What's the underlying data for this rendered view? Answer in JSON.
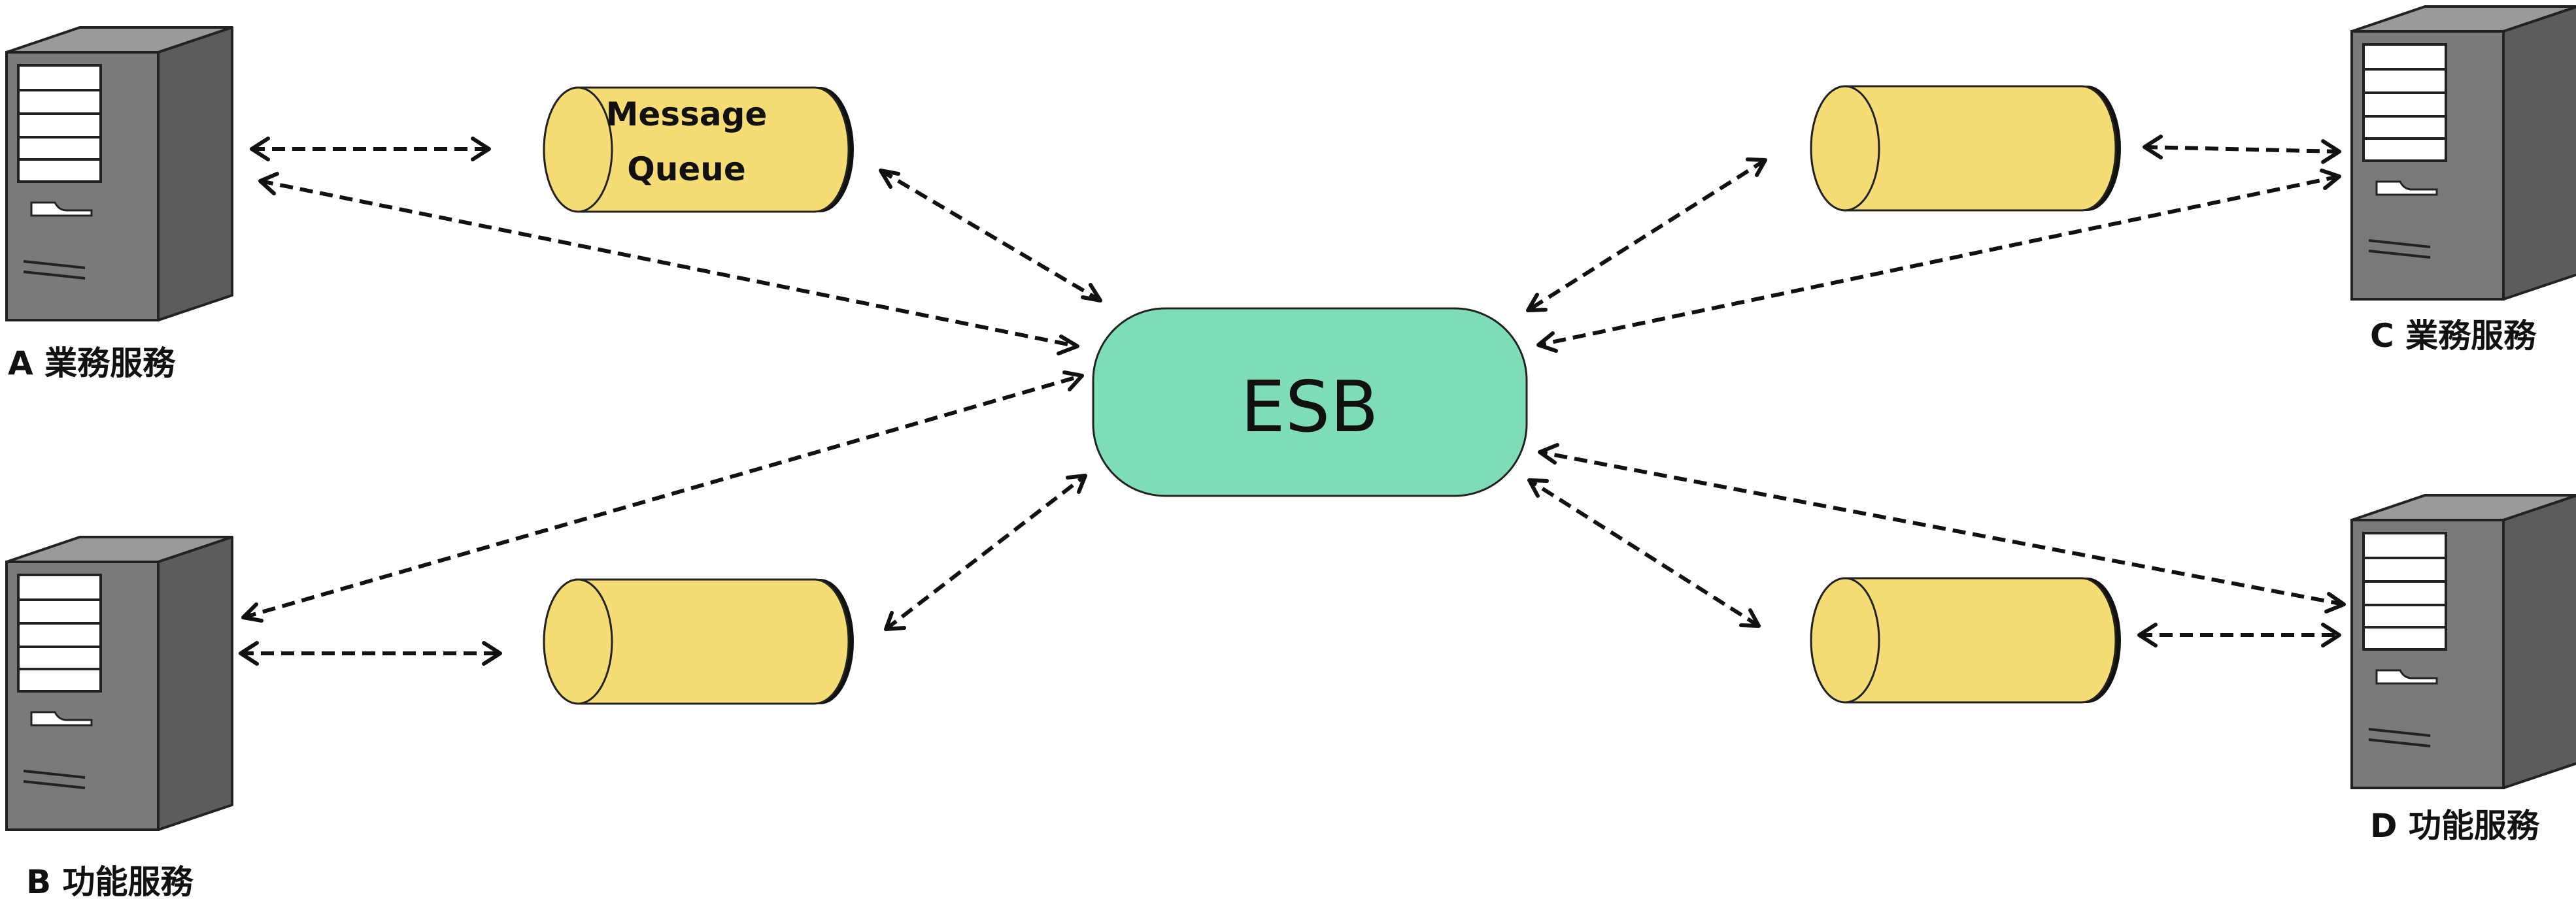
{
  "center": {
    "label": "ESB"
  },
  "servers": [
    {
      "id": "a",
      "label": "A 業務服務"
    },
    {
      "id": "b",
      "label": "B 功能服務"
    },
    {
      "id": "c",
      "label": "C 業務服務"
    },
    {
      "id": "d",
      "label": "D 功能服務"
    }
  ],
  "queues": [
    {
      "id": "a",
      "lines": [
        "Message",
        "Queue"
      ]
    },
    {
      "id": "b",
      "lines": []
    },
    {
      "id": "c",
      "lines": []
    },
    {
      "id": "d",
      "lines": []
    }
  ],
  "colors": {
    "esb_fill": "#7EDDB6",
    "queue_fill": "#F5DC75",
    "server_front": "#7A7A7A",
    "server_side": "#5C5C5C",
    "server_top": "#9A9A9A",
    "arrow": "#111111"
  }
}
